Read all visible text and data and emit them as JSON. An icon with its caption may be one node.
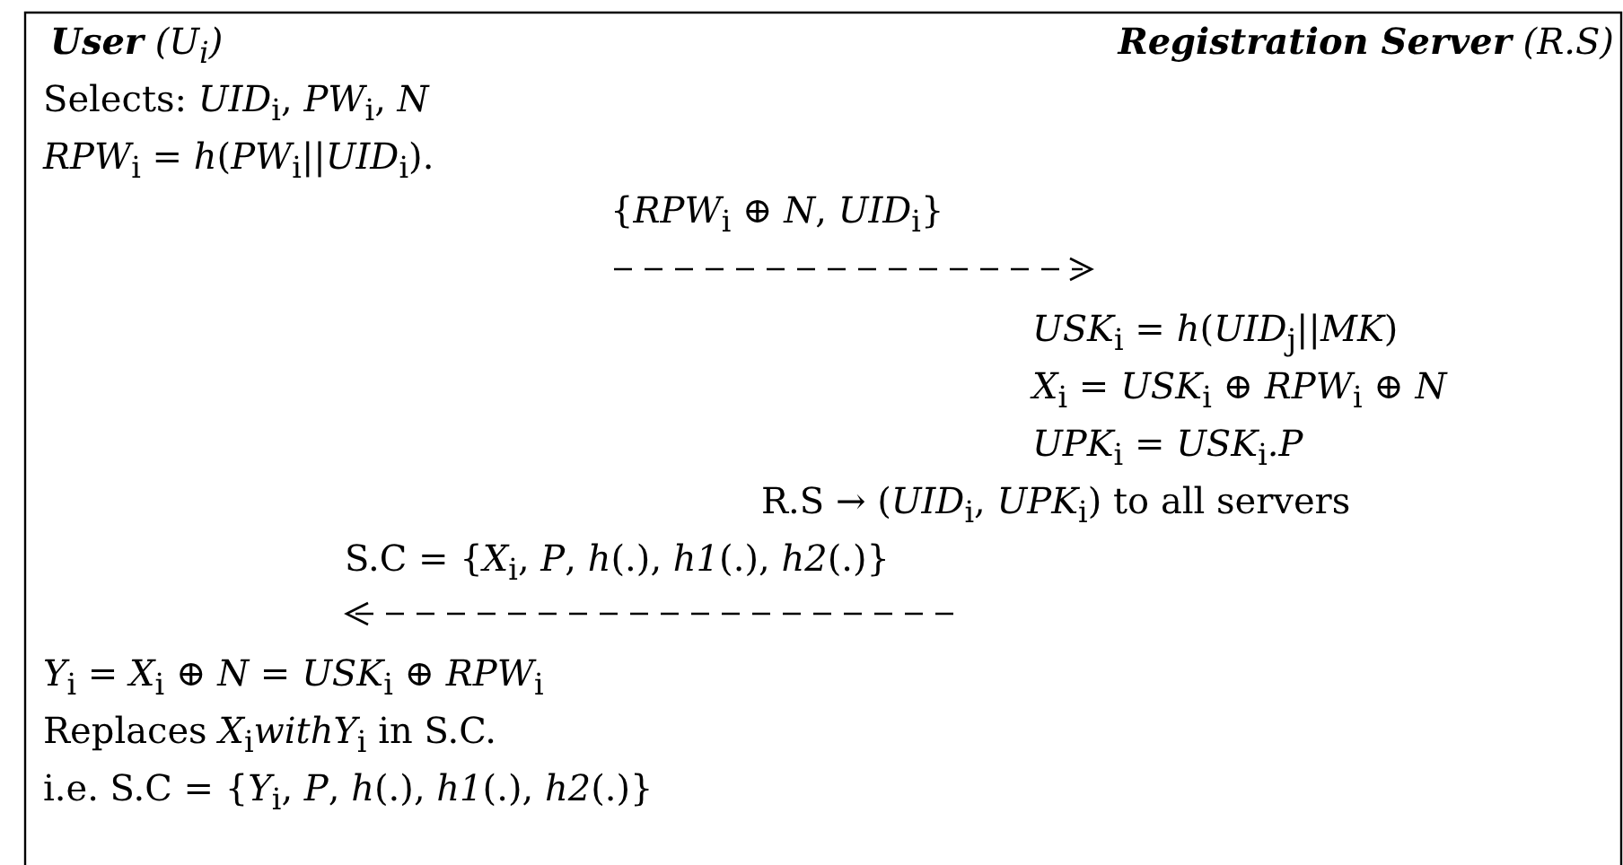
{
  "diagram": {
    "labels": [
      "**User** (U$_{i}$)",
      "**Registration Server** (R.S)",
      "Selects: *UID*$_{i}$, *PW*$_{i}$, *N*",
      "*RPW*$_{i}$ = *h*(*PW*$_{i}$||*UID*$_{i}$).",
      "{*RPW*$_{i}$ ⊕ *N*, *UID*$_{i}$}",
      "*USK*$_{i}$ = *h*(*UID*$_{j}$||*MK*)",
      "*X*$_{i}$ = *USK*$_{i}$ ⊕ *RPW*$_{i}$ ⊕ *N*",
      "*UPK*$_{i}$ = *USK*$_{i}$*.P*",
      "R.S → (*UID*$_{i}$, *UPK*$_{i}$) to all servers",
      "S.C = {*X*$_{i}$, *P*, *h*(.), *h1*(.), *h2*(.)}",
      "*Y*$_{i}$ = *X*$_{i}$ ⊕ *N* = *USK*$_{i}$ ⊕ *RPW*$_{i}$",
      "Replaces *X*$_{i}$*withY*$_{i}$ in S.C.",
      "i.e. S.C = {*Y*$_{i}$, *P*, *h*(.), *h1*(.), *h2*(.)}"
    ]
  }
}
